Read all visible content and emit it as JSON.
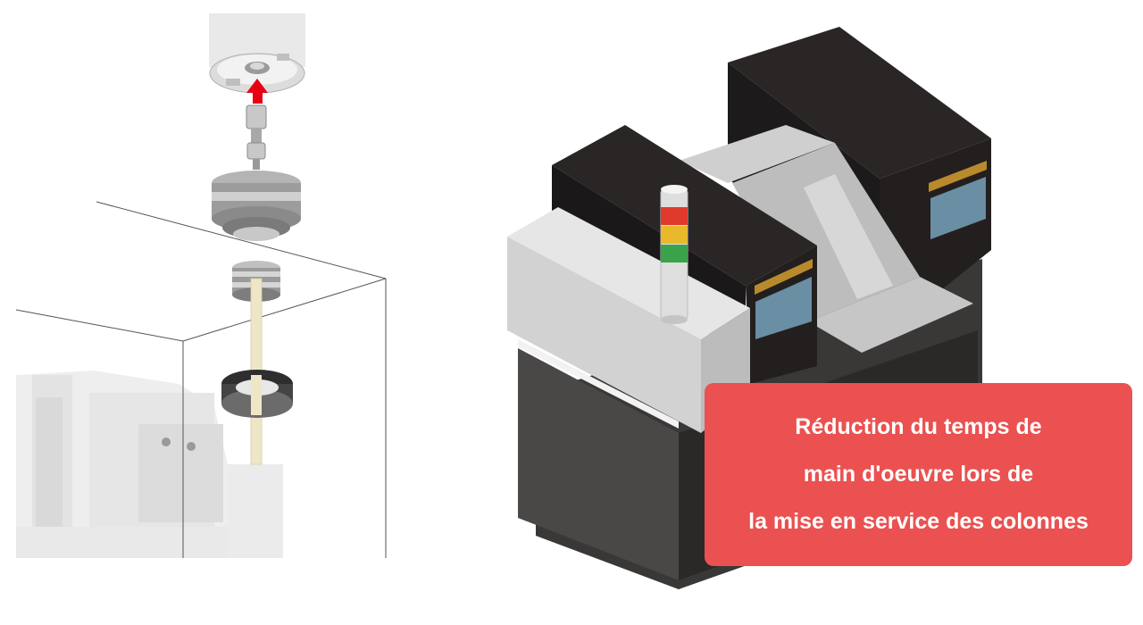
{
  "caption": {
    "lines": [
      "Réduction du temps de",
      "main d'oeuvre lors de",
      "la mise en service des colonnes"
    ]
  },
  "colors": {
    "caption_bg": "#ea5150",
    "caption_text": "#ffffff",
    "arrow": "#e60012",
    "tube": "#efe6c8",
    "machine_body": "#2b2828",
    "signal_red": "#e03a2c",
    "signal_yellow": "#e8b92a",
    "signal_green": "#3aa34a",
    "display_panel": "#6a8ea3",
    "display_strip": "#b98a2c"
  },
  "icons": {
    "upward_arrow": "red-arrow-up-icon",
    "signal_tower": "signal-tower-icon"
  }
}
